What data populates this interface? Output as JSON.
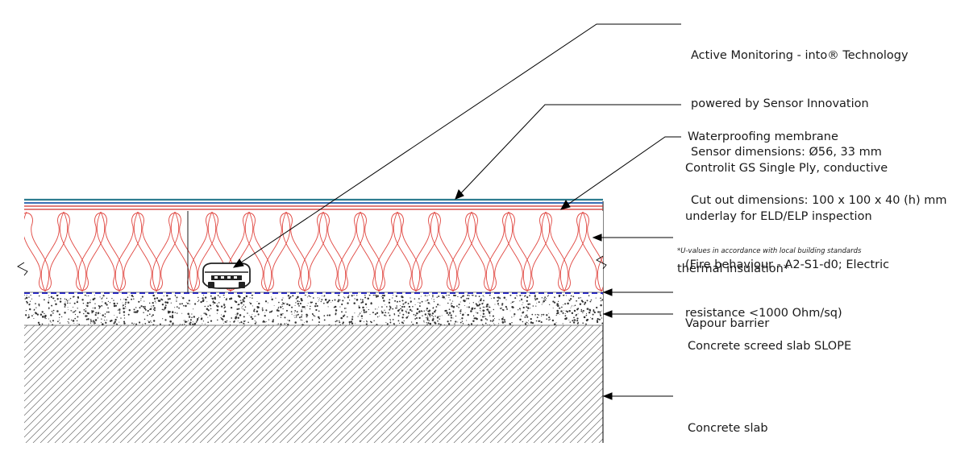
{
  "labels": {
    "sensor": {
      "lines": [
        "Active Monitoring - into® Technology",
        "powered by Sensor Innovation",
        "Sensor dimensions: Ø56, 33 mm",
        "Cut out dimensions: 100 x 100 x 40 (h) mm"
      ]
    },
    "waterproofing": {
      "lines": [
        "Waterproofing membrane"
      ]
    },
    "underlay": {
      "lines": [
        "Controlit GS Single Ply, conductive",
        "underlay for ELD/ELP inspection",
        "(Fire behaviour - A2-S1-d0; Electric",
        "resistance <1000 Ohm/sq)"
      ]
    },
    "insulation": {
      "lines": [
        "thermal insulation*"
      ],
      "note": "*U-values in accordance with local building standards"
    },
    "vapour_barrier": {
      "lines": [
        "Vapour barrier"
      ]
    },
    "screed": {
      "lines": [
        "Concrete screed slab SLOPE"
      ]
    },
    "slab": {
      "lines": [
        "Concrete slab"
      ]
    }
  },
  "colors": {
    "membrane_top": "#2e7d8f",
    "membrane_blue": "#3a6fb5",
    "underlay_red": "#d0312d",
    "insulation_red": "#e0453f",
    "vapour_barrier": "#2b2bd1",
    "line": "#000000",
    "sensor_body": "#222222"
  }
}
